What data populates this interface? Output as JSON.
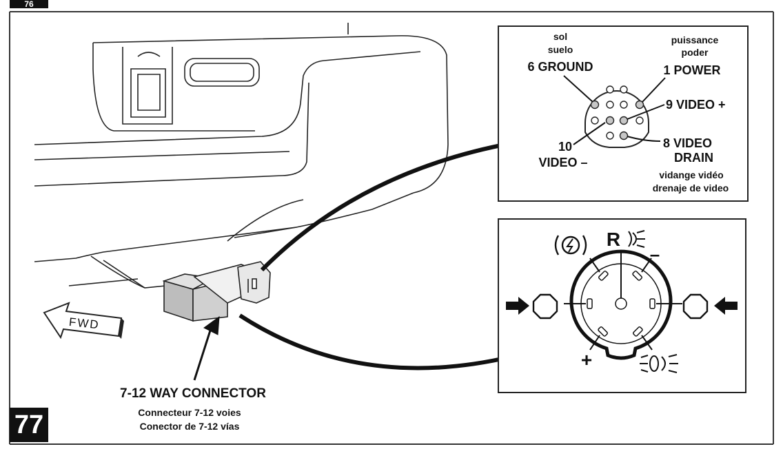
{
  "step": {
    "number": "77",
    "previous_number_fragment": "76"
  },
  "connector": {
    "title": "7-12 WAY CONNECTOR",
    "french": "Connecteur 7-12 voies",
    "spanish": "Conector de 7-12 vías"
  },
  "fwd_label": "FWD",
  "pin_diagram": {
    "ground": {
      "fr": "sol",
      "es": "suelo",
      "label": "6 GROUND"
    },
    "power": {
      "fr": "puissance",
      "es": "poder",
      "label": "1 POWER"
    },
    "video_plus": "9 VIDEO +",
    "video_minus_num": "10",
    "video_minus": "VIDEO –",
    "video_drain_1": "8 VIDEO",
    "video_drain_2": "DRAIN",
    "drain_fr": "vidange vidéo",
    "drain_es": "drenaje de video"
  },
  "round_connector": {
    "reverse_letter": "R",
    "minus": "–",
    "plus": "+"
  },
  "icons": [
    "brake-icon",
    "reverse-light-icon",
    "tail-light-icon",
    "stop-sign-icon",
    "arrow-icon"
  ],
  "colors": {
    "ink": "#111111",
    "paper": "#ffffff"
  }
}
